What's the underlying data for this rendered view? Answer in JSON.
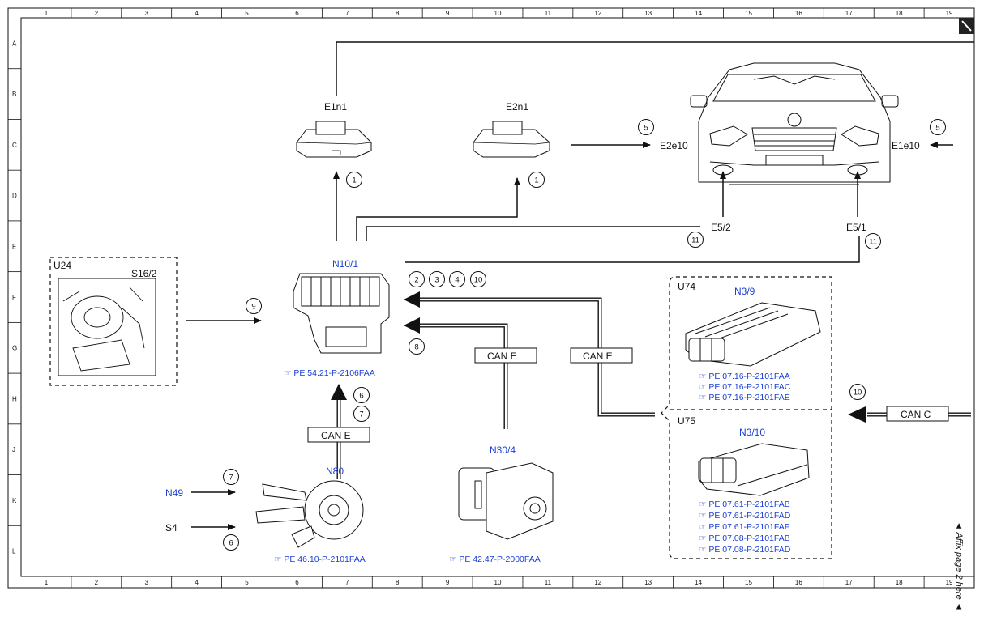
{
  "grid": {
    "columns": [
      "1",
      "2",
      "3",
      "4",
      "5",
      "6",
      "7",
      "8",
      "9",
      "10",
      "11",
      "12",
      "13",
      "14",
      "15",
      "16",
      "17",
      "18",
      "19"
    ],
    "rows": [
      "A",
      "B",
      "C",
      "D",
      "E",
      "F",
      "G",
      "H",
      "J",
      "K",
      "L"
    ]
  },
  "components": {
    "e1n1": "E1n1",
    "e2n1": "E2n1",
    "e2e10": "E2e10",
    "e1e10": "E1e10",
    "e5_2": "E5/2",
    "e5_1": "E5/1",
    "n10_1": "N10/1",
    "u24": "U24",
    "s16_2": "S16/2",
    "u74": "U74",
    "n3_9": "N3/9",
    "u75": "U75",
    "n3_10": "N3/10",
    "n30_4": "N30/4",
    "n80": "N80",
    "n49": "N49",
    "s4": "S4"
  },
  "can_labels": {
    "can_e_1": "CAN E",
    "can_e_2": "CAN E",
    "can_e_3": "CAN E",
    "can_c": "CAN C"
  },
  "circle_numbers": {
    "c1a": "1",
    "c1b": "1",
    "c5a": "5",
    "c5b": "5",
    "c11a": "11",
    "c11b": "11",
    "c9": "9",
    "c2": "2",
    "c3": "3",
    "c4": "4",
    "c10a": "10",
    "c8": "8",
    "c6a": "6",
    "c7a": "7",
    "c7b": "7",
    "c6b": "6",
    "c10b": "10"
  },
  "references": {
    "n10_1_ref": "PE 54.21-P-2106FAA",
    "n3_9_refs": [
      "PE 07.16-P-2101FAA",
      "PE 07.16-P-2101FAC",
      "PE 07.16-P-2101FAE"
    ],
    "n3_10_refs": [
      "PE 07.61-P-2101FAB",
      "PE 07.61-P-2101FAD",
      "PE 07.61-P-2101FAF",
      "PE 07.08-P-2101FAB",
      "PE 07.08-P-2101FAD"
    ],
    "n80_ref": "PE 46.10-P-2101FAA",
    "n30_4_ref": "PE 42.47-P-2000FAA"
  },
  "affix_note": "◄ Affix page 2 here ◄",
  "colors": {
    "link_blue": "#1a3fd6",
    "line": "#111111"
  },
  "icons": {
    "reference": "pointing-hand-icon",
    "corner": "page-corner-icon"
  }
}
